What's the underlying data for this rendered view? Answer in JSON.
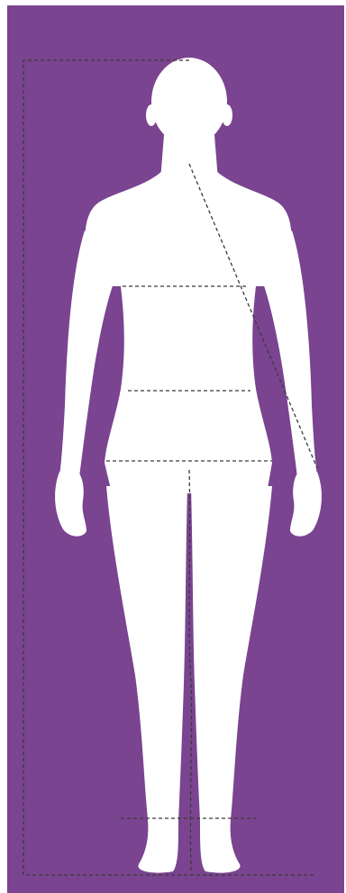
{
  "colors": {
    "background": "#7a4490",
    "silhouette": "#ffffff",
    "measure_line": "#3a3a3a"
  },
  "figure": {
    "kind": "body-silhouette",
    "view": "front",
    "measurement_guides": [
      "height",
      "sleeve-length",
      "bust",
      "waist",
      "hips",
      "inseam",
      "ankle"
    ]
  }
}
